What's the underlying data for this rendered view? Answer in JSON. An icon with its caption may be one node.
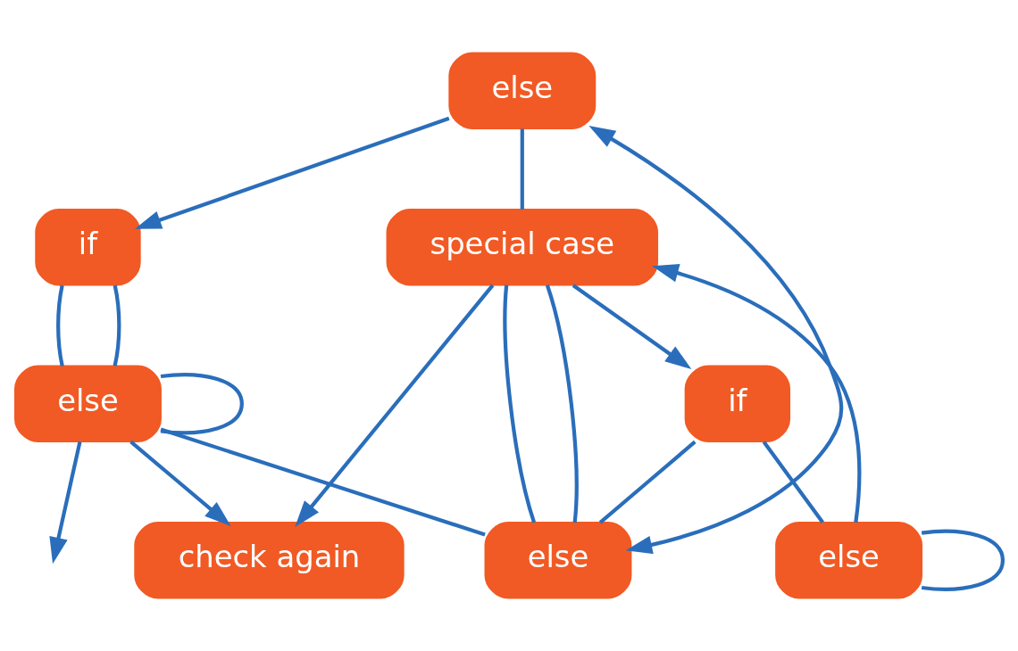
{
  "diagram": {
    "nodes": [
      {
        "text": [
          "if"
        ]
      },
      {
        "text": [
          "check again"
        ]
      },
      {
        "text": [
          "else"
        ]
      },
      {
        "text": [
          "else"
        ]
      },
      {
        "text": [
          "special case"
        ]
      },
      {
        "text": [
          "else"
        ]
      },
      {
        "text": [
          "if"
        ]
      },
      {
        "text": [
          "else"
        ]
      }
    ],
    "edges": [
      {
        "from": 2,
        "to": 0,
        "arrow": "to"
      },
      {
        "from": 0,
        "to": 3,
        "arrow": "none"
      },
      {
        "from": 0,
        "to": 3,
        "arrow": "none"
      },
      {
        "from": 3,
        "to": 1,
        "arrow": "to"
      },
      {
        "from": 3,
        "to": null,
        "arrow": "to"
      },
      {
        "from": 3,
        "to": 3,
        "arrow": "none"
      },
      {
        "from": 3,
        "to": 7,
        "arrow": "none"
      },
      {
        "from": 4,
        "to": 1,
        "arrow": "to"
      },
      {
        "from": 2,
        "to": 4,
        "arrow": "none"
      },
      {
        "from": 4,
        "to": 6,
        "arrow": "to"
      },
      {
        "from": 4,
        "to": 7,
        "arrow": "none"
      },
      {
        "from": 4,
        "to": 7,
        "arrow": "none"
      },
      {
        "from": 5,
        "to": 4,
        "arrow": "to"
      },
      {
        "from": 5,
        "to": 5,
        "arrow": "none"
      },
      {
        "from": 6,
        "to": 5,
        "arrow": "none"
      },
      {
        "from": 6,
        "to": 7,
        "arrow": "none"
      },
      {
        "from": 2,
        "to": 7,
        "arrow": "both"
      }
    ]
  }
}
